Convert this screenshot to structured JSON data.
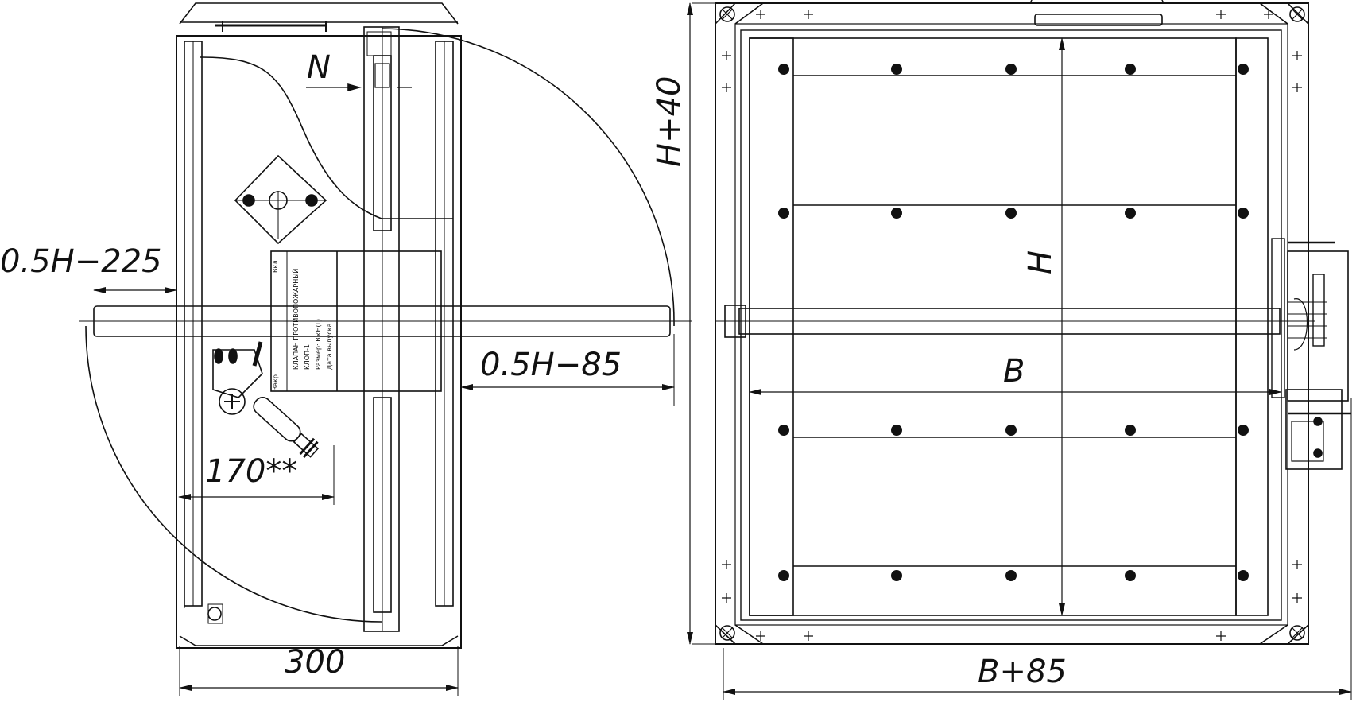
{
  "dimensions": {
    "n": "N",
    "half_h_minus_225": "0.5H−225",
    "half_h_minus_85": "0.5H−85",
    "dim_170": "170**",
    "dim_300": "300",
    "h_plus_40": "H+40",
    "h": "H",
    "b": "B",
    "b_plus_85": "B+85"
  },
  "label_plate": {
    "title": "КЛАПАН ПРОТИВОПОЖАРНЫЙ",
    "line1": "КЛОП-1",
    "line2": "Размер: В×Н(L)",
    "line3": "Дата выпуска",
    "side_top": "Вкл",
    "side_bottom": "Закр"
  }
}
